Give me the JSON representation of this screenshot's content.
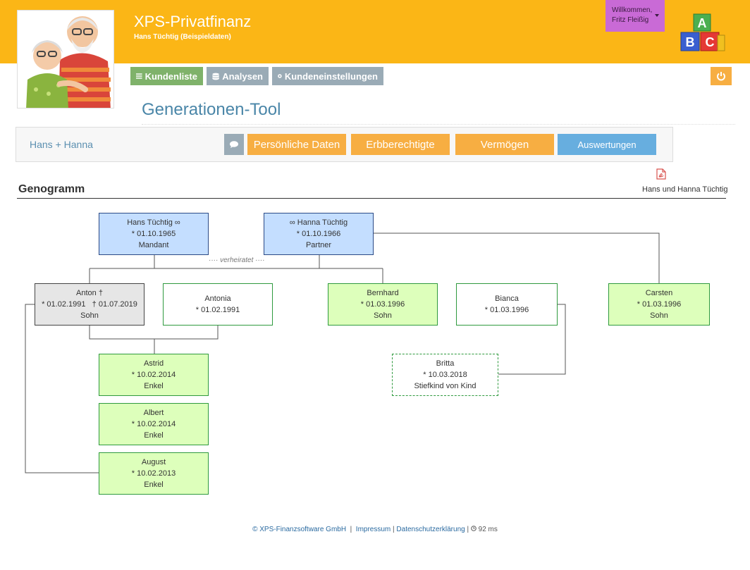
{
  "header": {
    "app_title": "XPS-Privatfinanz",
    "client_subtitle": "Hans Tüchtig (Beispieldaten)",
    "welcome_line1": "Willkommen,",
    "welcome_line2": "Fritz Fleißig",
    "accent_color": "#fbb616"
  },
  "nav": {
    "kundenliste": "Kundenliste",
    "analysen": "Analysen",
    "kundeneinstellungen": "Kundeneinstellungen"
  },
  "page": {
    "title": "Generationen-Tool"
  },
  "panel": {
    "couple": "Hans + Hanna",
    "tabs": [
      "Persönliche Daten",
      "Erbberechtigte",
      "Vermögen",
      "Auswertungen"
    ]
  },
  "genogram": {
    "title": "Genogramm",
    "pdf_label": "Hans und Hanna Tüchtig",
    "married_label": "···· verheiratet ····",
    "persons": {
      "hans": {
        "name": "Hans Tüchtig ∞",
        "date": "* 01.10.1965",
        "role": "Mandant"
      },
      "hanna": {
        "name": "∞ Hanna Tüchtig",
        "date": "* 01.10.1966",
        "role": "Partner"
      },
      "anton": {
        "name": "Anton †",
        "date": "* 01.02.1991   † 01.07.2019",
        "role": "Sohn"
      },
      "antonia": {
        "name": "Antonia",
        "date": "* 01.02.1991",
        "role": ""
      },
      "bernhard": {
        "name": "Bernhard",
        "date": "* 01.03.1996",
        "role": "Sohn"
      },
      "bianca": {
        "name": "Bianca",
        "date": "* 01.03.1996",
        "role": ""
      },
      "carsten": {
        "name": "Carsten",
        "date": "* 01.03.1996",
        "role": "Sohn"
      },
      "astrid": {
        "name": "Astrid",
        "date": "* 10.02.2014",
        "role": "Enkel"
      },
      "albert": {
        "name": "Albert",
        "date": "* 10.02.2014",
        "role": "Enkel"
      },
      "august": {
        "name": "August",
        "date": "* 10.02.2013",
        "role": "Enkel"
      },
      "britta": {
        "name": "Britta",
        "date": "* 10.03.2018",
        "role": "Stiefkind von Kind"
      }
    }
  },
  "footer": {
    "copyright": "© XPS-Finanzsoftware GmbH",
    "impressum": "Impressum",
    "datenschutz": "Datenschutzerklärung",
    "timing": "92 ms",
    "sep": "|"
  }
}
